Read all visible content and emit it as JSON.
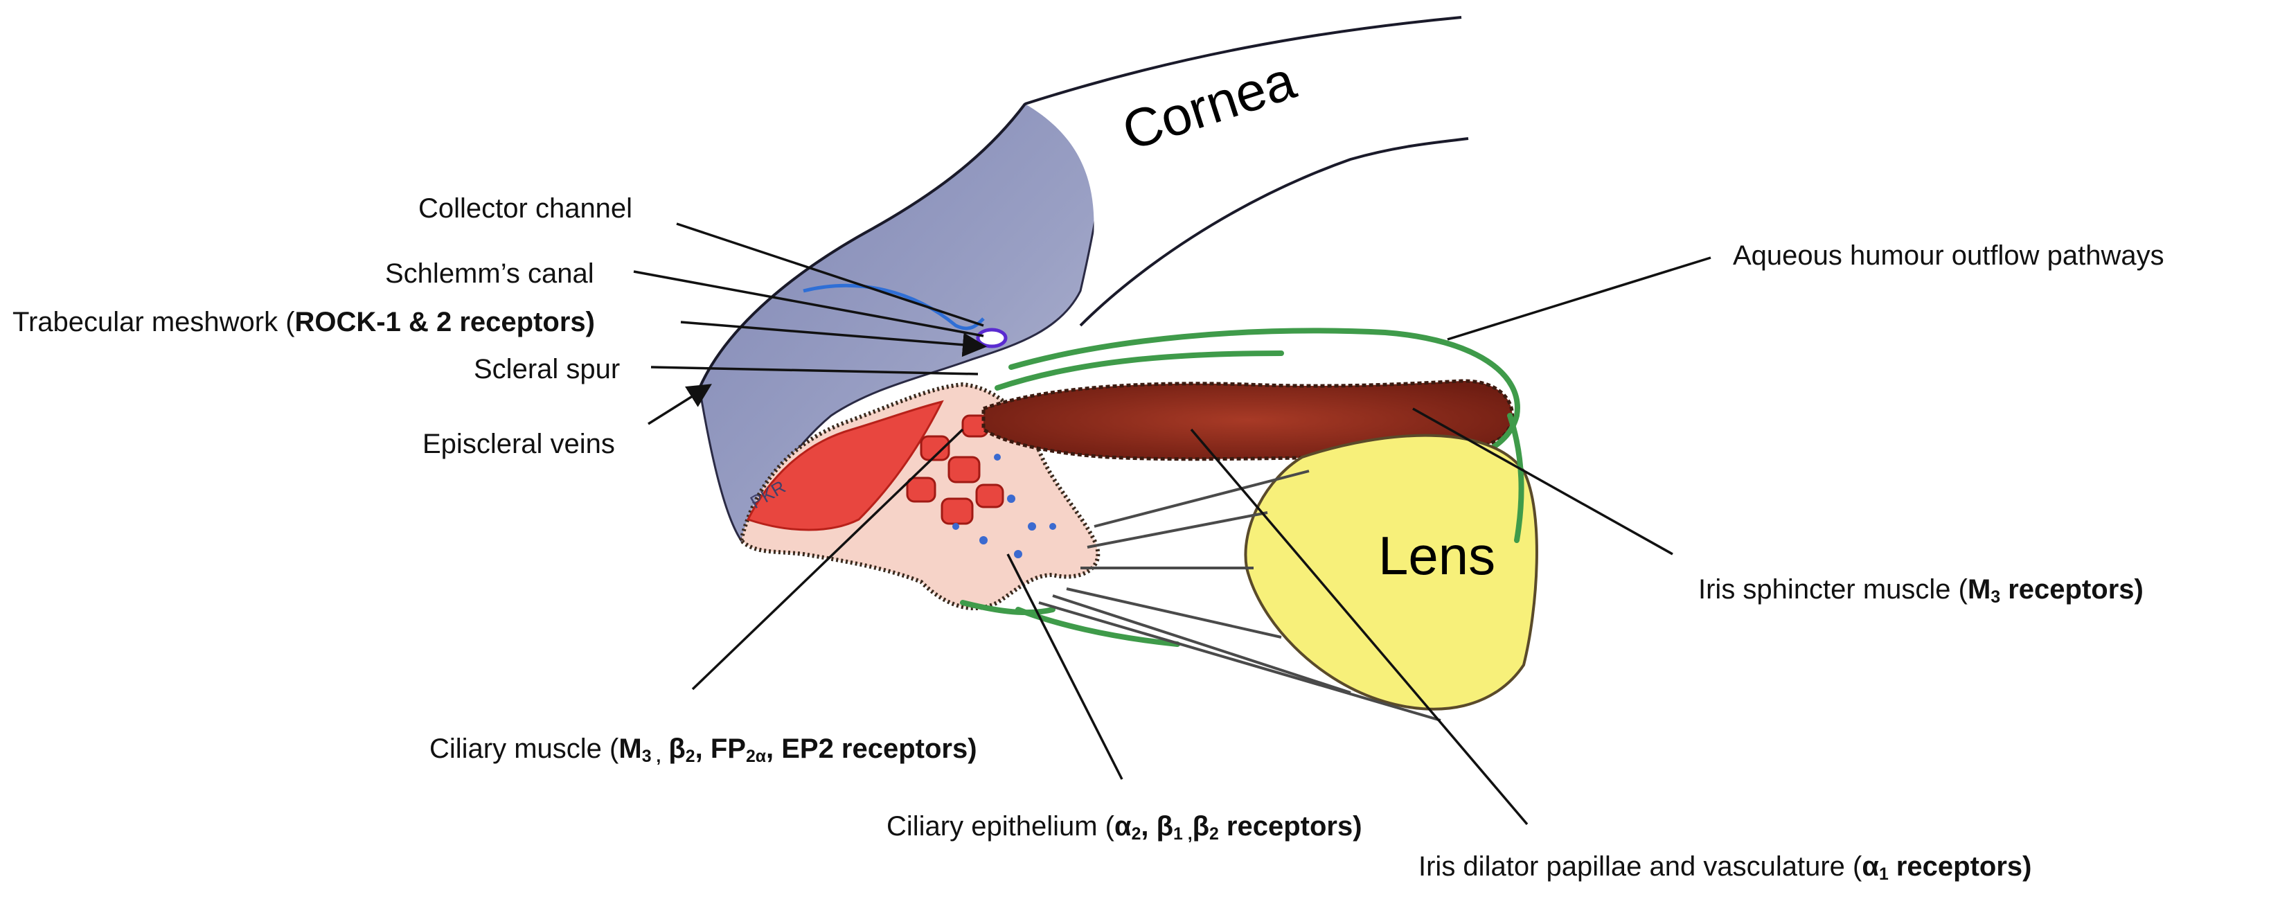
{
  "labels": {
    "cornea": "Cornea",
    "lens": "Lens",
    "collector_channel": "Collector channel",
    "schlemms_canal": "Schlemm’s canal",
    "trabecular": {
      "text": "Trabecular meshwork (",
      "bold": "ROCK-1 & 2 receptors)"
    },
    "scleral_spur": "Scleral spur",
    "episcleral_veins": "Episcleral veins",
    "aqueous_outflow": "Aqueous humour outflow pathways",
    "iris_sphincter": {
      "text": "Iris sphincter muscle (",
      "bold": "M",
      "sub": "3",
      "bold_after": " receptors)"
    },
    "ciliary_muscle": {
      "open": "Ciliary muscle (",
      "m": "M",
      "m_sub": "3 ,",
      "beta": " β",
      "beta_sub": "2",
      "fp": ", FP",
      "fp_sub": "2α",
      "rest": ", EP2 receptors)"
    },
    "ciliary_epithelium": {
      "text": "Ciliary epithelium  (",
      "a": "α",
      "a_sub": "2",
      "b1": ", β",
      "b1_sub": "1 ,",
      "b2": "β",
      "b2_sub": "2",
      "rest": " receptors)"
    },
    "iris_dilator": {
      "text": "Iris dilator papillae and vasculature  (",
      "a": "α",
      "a_sub": "1",
      "rest": " receptors)"
    },
    "signature": "PKR"
  },
  "colors": {
    "sclera": "#8b92ba",
    "ciliary_muscle": "#e8463f",
    "iris": "#8a2a1c",
    "zonules_green": "#3f9b4a",
    "lens_yellow": "#f7f07a",
    "schlemm_blue": "#2f6fd6"
  }
}
